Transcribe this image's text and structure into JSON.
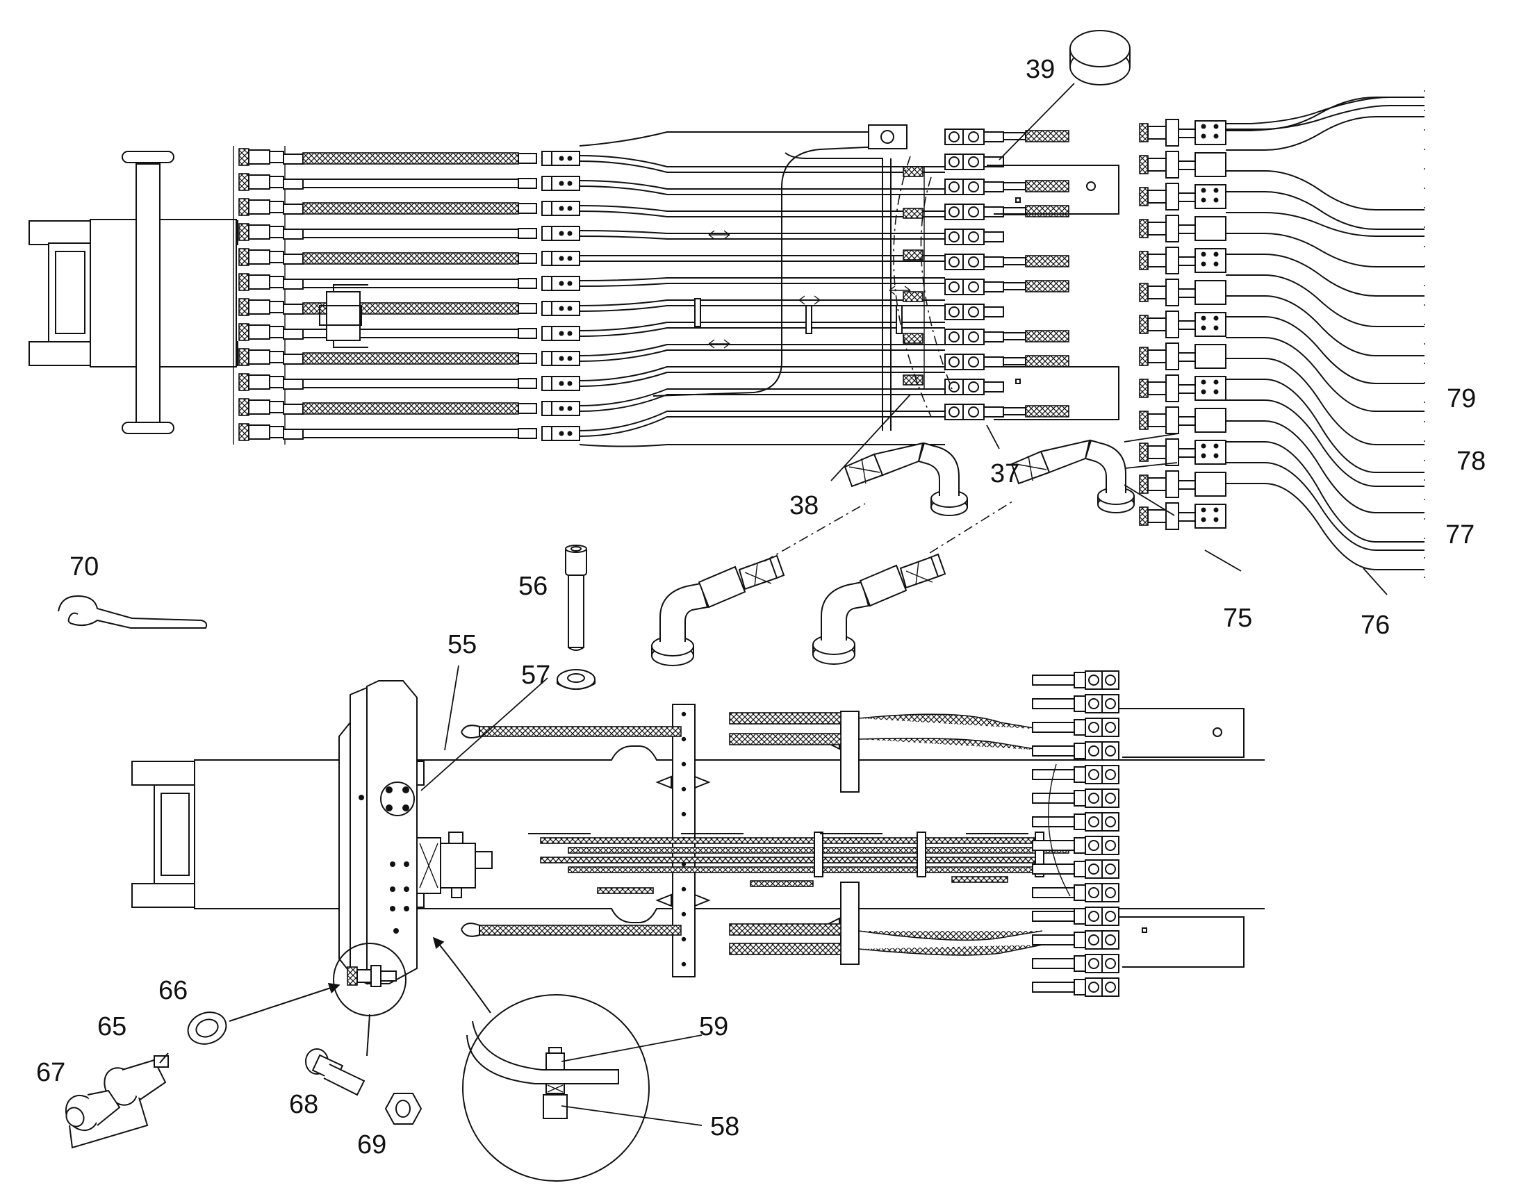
{
  "figure": {
    "callouts": [
      {
        "id": "c39",
        "text": "39"
      },
      {
        "id": "c37",
        "text": "37"
      },
      {
        "id": "c38",
        "text": "38"
      },
      {
        "id": "c79",
        "text": "79"
      },
      {
        "id": "c78",
        "text": "78"
      },
      {
        "id": "c77",
        "text": "77"
      },
      {
        "id": "c75",
        "text": "75"
      },
      {
        "id": "c76",
        "text": "76"
      },
      {
        "id": "c70",
        "text": "70"
      },
      {
        "id": "c56",
        "text": "56"
      },
      {
        "id": "c55",
        "text": "55"
      },
      {
        "id": "c57",
        "text": "57"
      },
      {
        "id": "c66",
        "text": "66"
      },
      {
        "id": "c65",
        "text": "65"
      },
      {
        "id": "c67",
        "text": "67"
      },
      {
        "id": "c68",
        "text": "68"
      },
      {
        "id": "c69",
        "text": "69"
      },
      {
        "id": "c59",
        "text": "59"
      },
      {
        "id": "c58",
        "text": "58"
      }
    ]
  }
}
